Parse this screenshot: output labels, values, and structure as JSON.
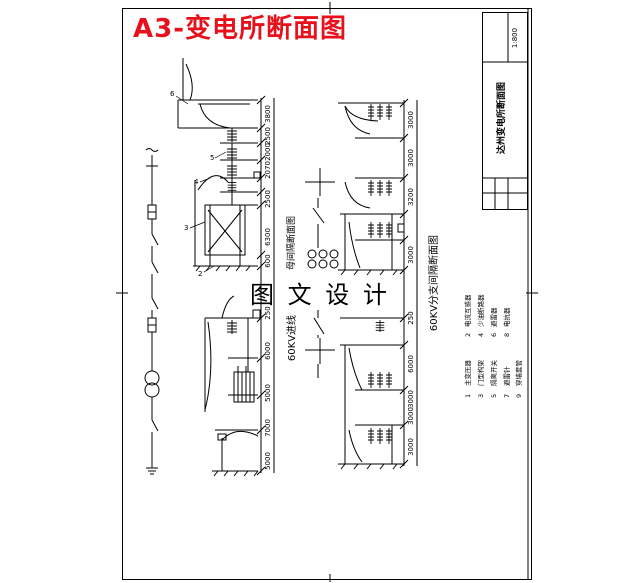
{
  "title": "A3-变电所断面图",
  "watermark": "图 文 设 计",
  "title_block": {
    "drawing_name": "达州变电所断面图",
    "scale": "1:800"
  },
  "section_labels": {
    "bus_bay": "母间隔断面图",
    "incoming_line": "60KV进线",
    "branch_bay": "60KV分支间隔断面图"
  },
  "callouts": [
    "6",
    "5",
    "4",
    "3",
    "2"
  ],
  "dimensions_left": [
    "3800",
    "2500",
    "2000",
    "2070",
    "2500",
    "6300",
    "600",
    "250",
    "6000",
    "5000",
    "7000",
    "5000"
  ],
  "dimensions_right": [
    "3000",
    "3000",
    "3200",
    "3000",
    "250",
    "6000",
    "3000",
    "3000",
    "3000"
  ],
  "legend": [
    {
      "no": "1",
      "name": "主变压器"
    },
    {
      "no": "2",
      "name": "电流互感器"
    },
    {
      "no": "3",
      "name": "门型构架"
    },
    {
      "no": "4",
      "name": "少油断路器"
    },
    {
      "no": "5",
      "name": "隔离开关"
    },
    {
      "no": "6",
      "name": "避雷器"
    },
    {
      "no": "7",
      "name": "避雷针"
    },
    {
      "no": "8",
      "name": "电抗器"
    },
    {
      "no": "9",
      "name": "穿墙套管"
    }
  ],
  "colors": {
    "title": "#e8101a",
    "ink": "#000000",
    "paper": "#ffffff"
  }
}
